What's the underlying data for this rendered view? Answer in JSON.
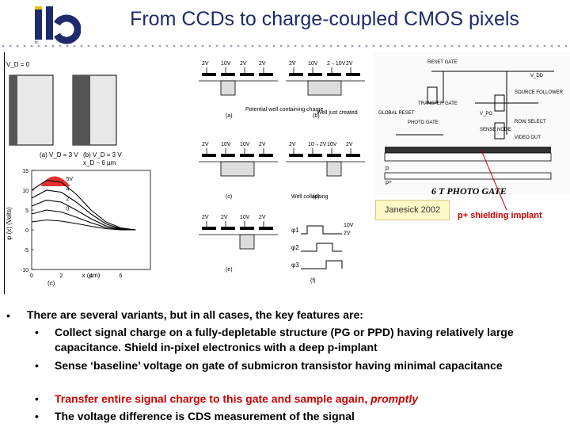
{
  "title": "From CCDs to charge-coupled CMOS pixels",
  "logo_text": "ilc",
  "figure": {
    "citation": "Janesick 2002",
    "shield_label": "p+ shielding implant",
    "photo_gate_caption": "6 T PHOTO GATE",
    "panel_labels": {
      "vd0": "V_D = 0",
      "vd3a": "(a) V_D = 3 V",
      "vd3b": "(b) V_D = 3 V",
      "xd": "x_D ~ 6 µm",
      "c": "(c)",
      "a2": "(a)",
      "b2": "(b)",
      "c2": "(c)",
      "d2": "(d)",
      "e2": "(e)",
      "f2": "(f)",
      "potential_well": "Potential well containing charge",
      "well_created": "Well just created",
      "well_collapsing": "Well collapsing",
      "ylabel": "φ (x) (Volts)",
      "xlabel": "x (µm)",
      "phi1": "φ1",
      "phi2": "φ2",
      "phi3": "φ3",
      "clock_hi": "10V",
      "clock_lo": "2V"
    },
    "gate_voltages": {
      "a": [
        "2V",
        "10V",
        "2V",
        "2V"
      ],
      "b": [
        "2V",
        "10V",
        "2→10V",
        "2V"
      ],
      "c": [
        "2V",
        "10V",
        "10V",
        "2V"
      ],
      "d": [
        "2V",
        "10→2V",
        "10V",
        "2V"
      ],
      "e": [
        "2V",
        "2V",
        "10V",
        "2V"
      ]
    },
    "circuit_labels": {
      "reset_gate": "RESET GATE",
      "vdd": "V_DD",
      "transfer_gate": "TRANSFER GATE",
      "source_follower": "SOURCE FOLLOWER",
      "global_reset": "GLOBAL RESET",
      "photo_gate": "PHOTO GATE",
      "vpg": "V_PG",
      "sense_node": "SENSE NODE",
      "row_select": "ROW SELECT",
      "video_out": "VIDEO OUT",
      "p": "p",
      "p_plus": "p+"
    }
  },
  "chart_data": {
    "type": "line",
    "xlabel": "x (µm)",
    "ylabel": "φ (x) (Volts)",
    "xlim": [
      0,
      8
    ],
    "ylim": [
      -10,
      15
    ],
    "x_ticks": [
      "0",
      "2",
      "4",
      "6"
    ],
    "y_ticks": [
      "-10",
      "-5",
      "0",
      "5",
      "10",
      "15"
    ],
    "series": [
      {
        "name": "5V",
        "x": [
          0,
          1,
          2,
          3,
          4,
          5,
          6,
          7
        ],
        "values": [
          10,
          12.5,
          12,
          9,
          5,
          2,
          0.5,
          0
        ]
      },
      {
        "name": "4",
        "x": [
          0,
          1,
          2,
          3,
          4,
          5,
          6,
          7
        ],
        "values": [
          8,
          10,
          9.5,
          7,
          4,
          1.5,
          0.3,
          0
        ]
      },
      {
        "name": "2",
        "x": [
          0,
          1,
          2,
          3,
          4,
          5,
          6,
          7
        ],
        "values": [
          6,
          7.5,
          7,
          5,
          2.8,
          1,
          0.2,
          0
        ]
      },
      {
        "name": "0",
        "x": [
          0,
          1,
          2,
          3,
          4,
          5,
          6,
          7
        ],
        "values": [
          4,
          5,
          4.5,
          3.2,
          1.8,
          0.6,
          0.1,
          0
        ]
      },
      {
        "name": "",
        "x": [
          0,
          1,
          2,
          3,
          4,
          5,
          6,
          7
        ],
        "values": [
          2,
          2.5,
          2.2,
          1.6,
          0.9,
          0.3,
          0,
          0
        ]
      }
    ]
  },
  "body": {
    "bullet": "•",
    "sub_bullet": "•",
    "main": "There are several variants, but in all cases, the key features are:",
    "items": [
      {
        "text": "Collect signal charge on a fully-depletable structure (PG or PPD) having relatively large capacitance.  Shield in-pixel electronics with a deep p-implant"
      },
      {
        "text": "Sense ‘baseline’ voltage on gate of submicron transistor having minimal capacitance"
      },
      {
        "text_normal": "Transfer entire signal charge to this gate and sample again, ",
        "text_italic": "promptly"
      },
      {
        "text": "The voltage difference is CDS measurement of the signal"
      }
    ]
  },
  "colors": {
    "title": "#1f2a6b",
    "accent_red": "#cc0000",
    "logo_blue": "#1f2a6b",
    "logo_yellow": "#e8c200",
    "highlight": "#fff8c8"
  }
}
